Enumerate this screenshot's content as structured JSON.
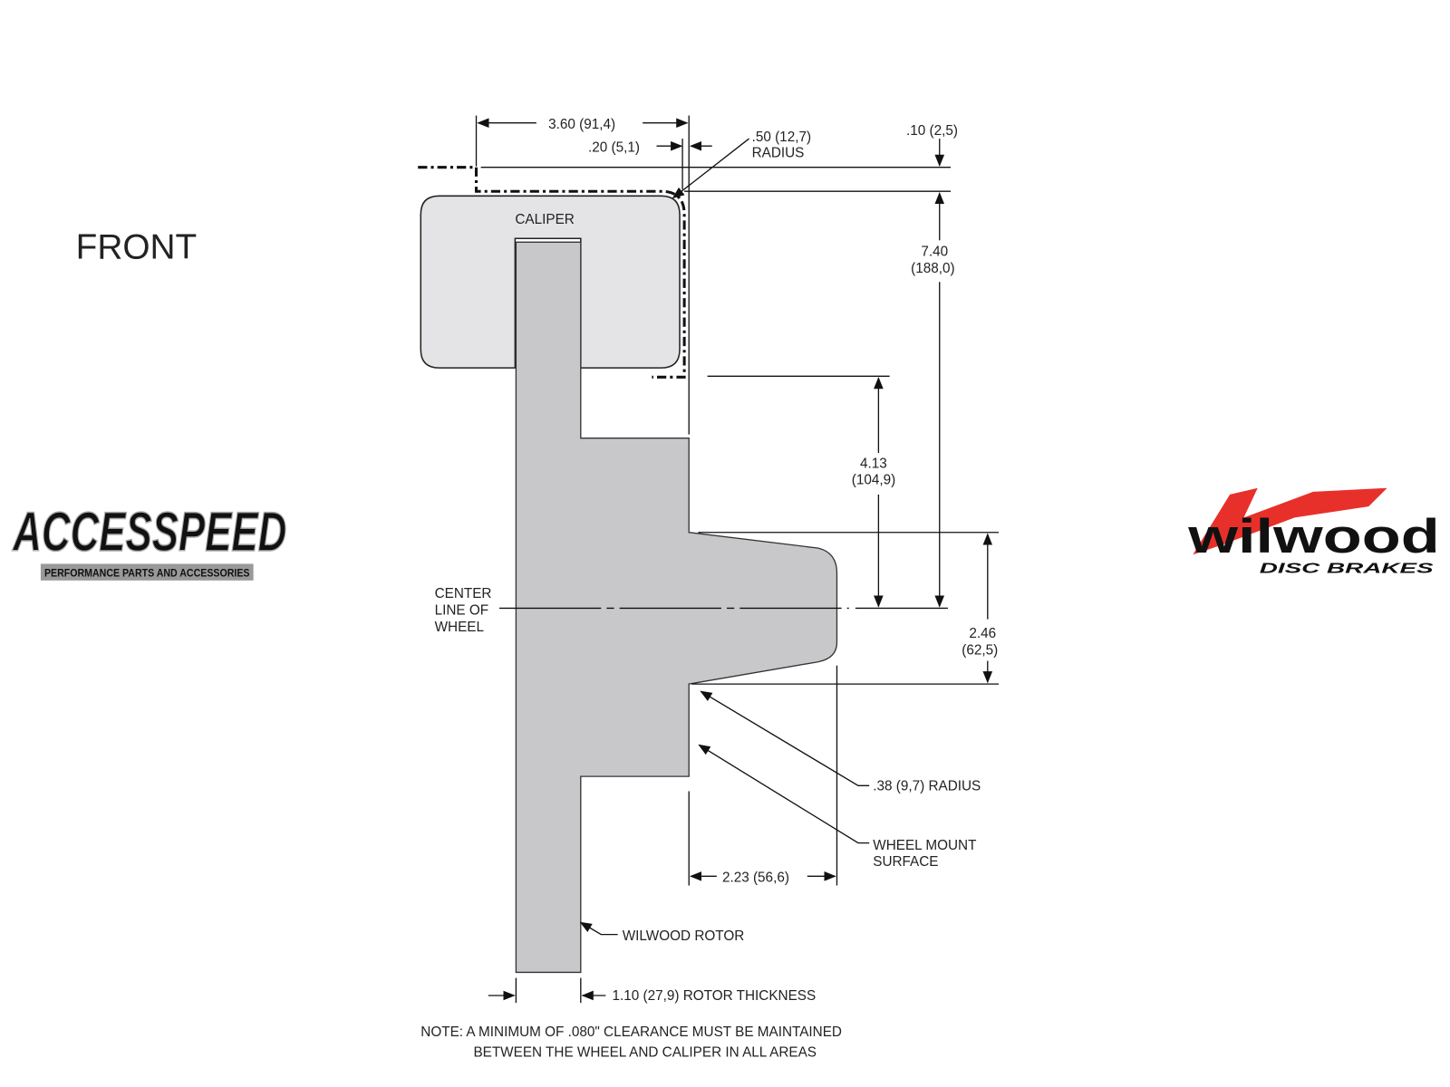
{
  "view_label": "FRONT",
  "parts": {
    "caliper": "CALIPER",
    "center_line": [
      "CENTER",
      "LINE OF",
      "WHEEL"
    ],
    "rotor": "WILWOOD ROTOR",
    "wheel_mount": [
      "WHEEL MOUNT",
      "SURFACE"
    ]
  },
  "dimensions": {
    "caliper_width": "3.60 (91,4)",
    "offset_small": ".20 (5,1)",
    "corner_radius": [
      ".50 (12,7)",
      "RADIUS"
    ],
    "top_clearance": ".10 (2,5)",
    "height_total": [
      "7.40",
      "(188,0)"
    ],
    "height_hub": [
      "4.13",
      "(104,9)"
    ],
    "hub_half": [
      "2.46",
      "(62,5)"
    ],
    "hub_radius": ".38 (9,7) RADIUS",
    "hub_depth": "2.23 (56,6)",
    "rotor_thickness": "1.10 (27,9) ROTOR THICKNESS"
  },
  "note": [
    "NOTE: A MINIMUM OF .080\" CLEARANCE MUST BE MAINTAINED",
    "BETWEEN THE WHEEL AND CALIPER IN ALL AREAS"
  ],
  "logos": {
    "left": {
      "name": "ACCESSPEED",
      "tagline": "PERFORMANCE PARTS AND ACCESSORIES"
    },
    "right": {
      "name": "wilwood",
      "tagline": "DISC BRAKES",
      "accent": "#e8302a"
    }
  }
}
